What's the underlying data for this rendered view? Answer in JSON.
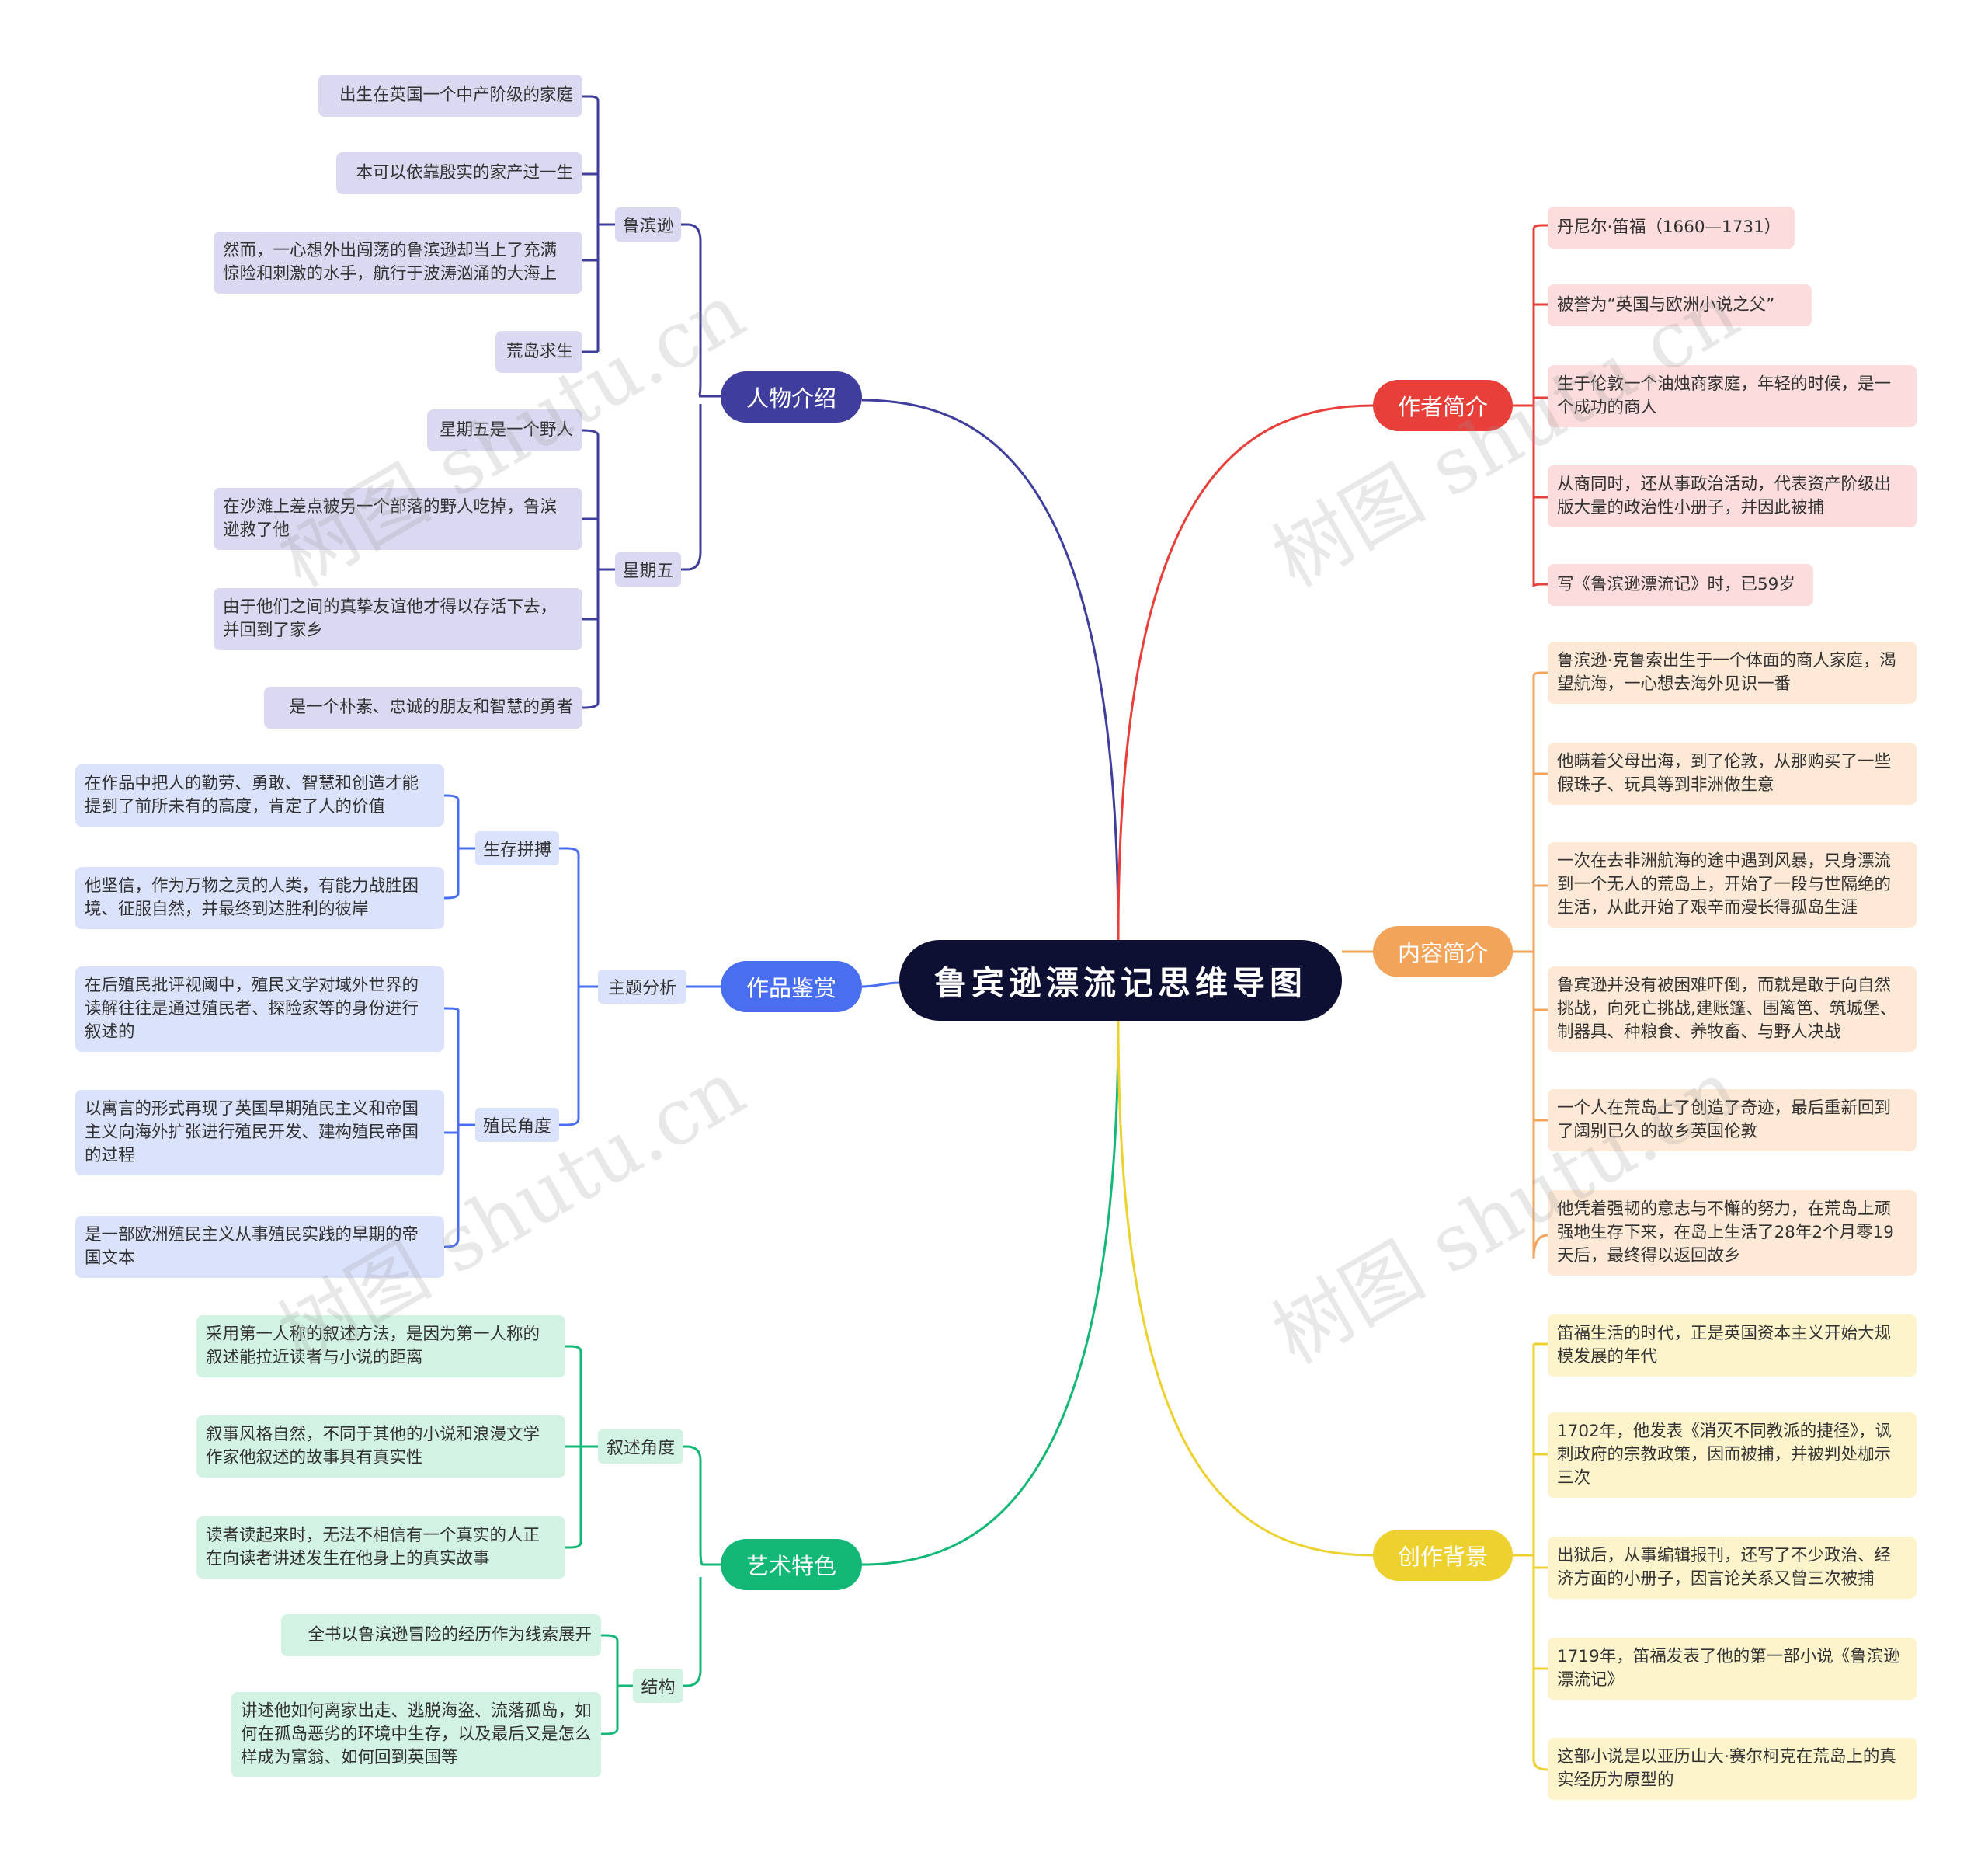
{
  "root": {
    "title": "鲁宾逊漂流记思维导图"
  },
  "colors": {
    "purple": "#3f3e9d",
    "blue": "#4a6ef0",
    "green": "#13b877",
    "red": "#e83f3a",
    "orange": "#f2a45a",
    "yellow": "#ecd12f",
    "root": "#0d0f33"
  },
  "left": {
    "characters": {
      "label": "人物介绍",
      "robinson": {
        "label": "鲁滨逊",
        "items": [
          "出生在英国一个中产阶级的家庭",
          "本可以依靠殷实的家产过一生",
          "然而，一心想外出闯荡的鲁滨逊却当上了充满惊险和刺激的水手，航行于波涛汹涌的大海上",
          "荒岛求生"
        ]
      },
      "friday": {
        "label": "星期五",
        "items": [
          "星期五是一个野人",
          "在沙滩上差点被另一个部落的野人吃掉，鲁滨逊救了他",
          "由于他们之间的真挚友谊他才得以存活下去，并回到了家乡",
          "是一个朴素、忠诚的朋友和智慧的勇者"
        ]
      }
    },
    "appreciation": {
      "label": "作品鉴赏",
      "theme": {
        "label": "主题分析",
        "survival": {
          "label": "生存拼搏",
          "items": [
            "在作品中把人的勤劳、勇敢、智慧和创造才能提到了前所未有的高度，肯定了人的价值",
            "他坚信，作为万物之灵的人类，有能力战胜困境、征服自然，并最终到达胜利的彼岸"
          ]
        },
        "colonial": {
          "label": "殖民角度",
          "items": [
            "在后殖民批评视阈中，殖民文学对域外世界的读解往往是通过殖民者、探险家等的身份进行叙述的",
            "以寓言的形式再现了英国早期殖民主义和帝国主义向海外扩张进行殖民开发、建构殖民帝国的过程",
            "是一部欧洲殖民主义从事殖民实践的早期的帝国文本"
          ]
        }
      }
    },
    "art": {
      "label": "艺术特色",
      "narrative": {
        "label": "叙述角度",
        "items": [
          "采用第一人称的叙述方法，是因为第一人称的叙述能拉近读者与小说的距离",
          "叙事风格自然，不同于其他的小说和浪漫文学作家他叙述的故事具有真实性",
          "读者读起来时，无法不相信有一个真实的人正在向读者讲述发生在他身上的真实故事"
        ]
      },
      "structure": {
        "label": "结构",
        "items": [
          "全书以鲁滨逊冒险的经历作为线索展开",
          "讲述他如何离家出走、逃脱海盗、流落孤岛，如何在孤岛恶劣的环境中生存，以及最后又是怎么样成为富翁、如何回到英国等"
        ]
      }
    }
  },
  "right": {
    "author": {
      "label": "作者简介",
      "items": [
        "丹尼尔·笛福（1660—1731）",
        "被誉为“英国与欧洲小说之父”",
        "生于伦敦一个油烛商家庭，年轻的时候，是一个成功的商人",
        "从商同时，还从事政治活动，代表资产阶级出版大量的政治性小册子，并因此被捕",
        "写《鲁滨逊漂流记》时，已59岁"
      ]
    },
    "content": {
      "label": "内容简介",
      "items": [
        "鲁滨逊·克鲁索出生于一个体面的商人家庭，渴望航海，一心想去海外见识一番",
        "他瞒着父母出海，到了伦敦，从那购买了一些假珠子、玩具等到非洲做生意",
        "一次在去非洲航海的途中遇到风暴，只身漂流到一个无人的荒岛上，开始了一段与世隔绝的生活，从此开始了艰辛而漫长得孤岛生涯",
        "鲁宾逊并没有被困难吓倒，而就是敢于向自然挑战，向死亡挑战,建账篷、围篱笆、筑城堡、制器具、种粮食、养牧畜、与野人决战",
        "一个人在荒岛上了创造了奇迹，最后重新回到了阔别已久的故乡英国伦敦",
        "他凭着强韧的意志与不懈的努力，在荒岛上顽强地生存下来，在岛上生活了28年2个月零19天后，最终得以返回故乡"
      ]
    },
    "background": {
      "label": "创作背景",
      "items": [
        "笛福生活的时代，正是英国资本主义开始大规模发展的年代",
        "1702年，他发表《消灭不同教派的捷径》，讽刺政府的宗教政策，因而被捕，并被判处枷示三次",
        "出狱后，从事编辑报刊，还写了不少政治、经济方面的小册子，因言论关系又曾三次被捕",
        "1719年，笛福发表了他的第一部小说《鲁滨逊漂流记》",
        "这部小说是以亚历山大·赛尔柯克在荒岛上的真实经历为原型的"
      ]
    }
  },
  "watermark": "树图 shutu.cn"
}
